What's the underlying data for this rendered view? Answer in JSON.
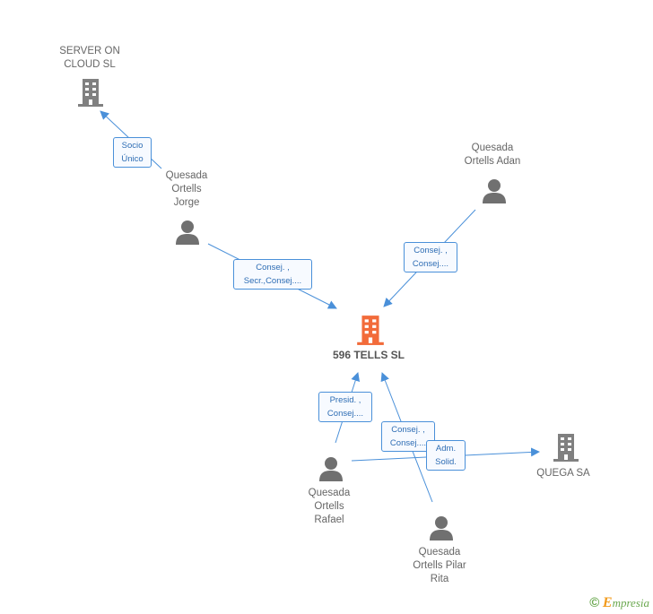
{
  "colors": {
    "edge": "#4a90d9",
    "company_icon": "#808080",
    "main_company_icon": "#f26b3a",
    "person_icon": "#707070"
  },
  "nodes": {
    "main": {
      "label": "596 TELLS SL",
      "icon": "building-icon"
    },
    "server_on_cloud": {
      "label": "SERVER ON\nCLOUD SL",
      "icon": "building-icon"
    },
    "quega": {
      "label": "QUEGA SA",
      "icon": "building-icon"
    },
    "jorge": {
      "label": "Quesada\nOrtells\nJorge",
      "icon": "person-icon"
    },
    "adan": {
      "label": "Quesada\nOrtells Adan",
      "icon": "person-icon"
    },
    "rafael": {
      "label": "Quesada\nOrtells\nRafael",
      "icon": "person-icon"
    },
    "pilar": {
      "label": "Quesada\nOrtells Pilar\nRita",
      "icon": "person-icon"
    }
  },
  "edges": {
    "jorge_server": "Socio\nÚnico",
    "jorge_main": "Consej. ,\nSecr.,Consej....",
    "adan_main": "Consej. ,\nConsej....",
    "rafael_main": "Presid. ,\nConsej....",
    "pilar_main": "Consej. ,\nConsej....",
    "rafael_quega": "Adm.\nSolid."
  },
  "footer": {
    "copyright": "©",
    "brand_initial": "E",
    "brand_rest": "mpresia"
  }
}
